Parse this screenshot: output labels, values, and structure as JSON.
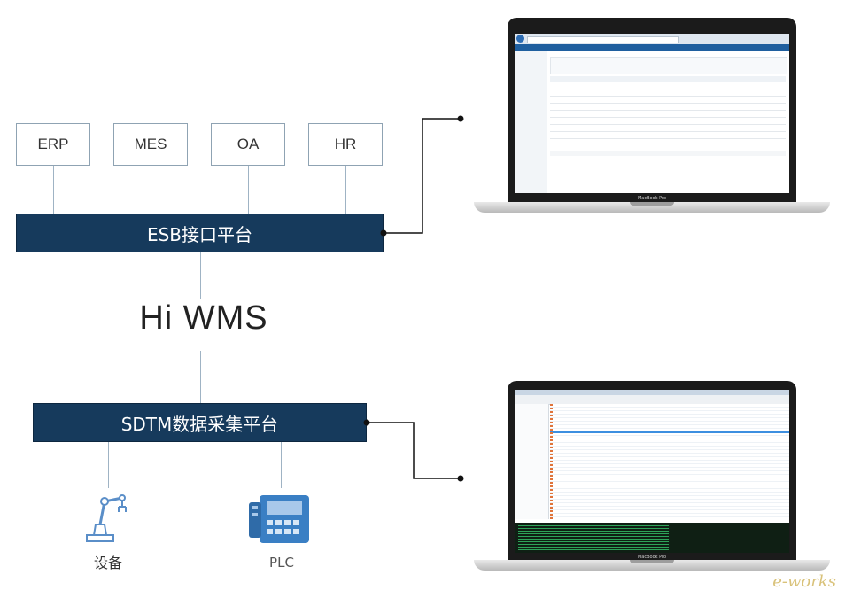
{
  "systems": [
    "ERP",
    "MES",
    "OA",
    "HR"
  ],
  "esb": {
    "label": "ESB接口平台"
  },
  "center": {
    "label": "Hi WMS"
  },
  "sdtm": {
    "label": "SDTM数据采集平台"
  },
  "devices": {
    "equipment_label": "设备",
    "plc_label": "PLC"
  },
  "laptop": {
    "brand": "MacBook Pro"
  },
  "watermark": "e-works",
  "colors": {
    "platform": "#163a5c",
    "plc_icon": "#3a7fc4",
    "equipment_icon": "#5a8ec8"
  }
}
